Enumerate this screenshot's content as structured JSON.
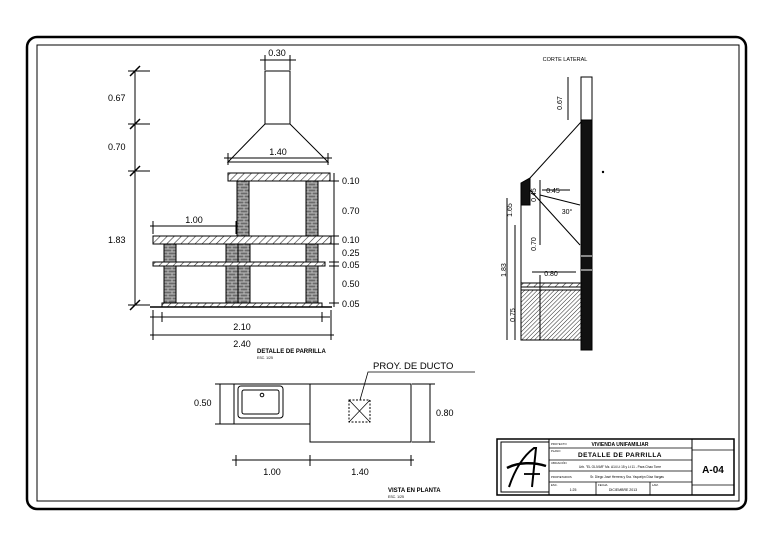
{
  "drawing": {
    "front_view": {
      "title": "DETALLE DE PARRILLA",
      "scale": "ESC. 1/25",
      "dims": {
        "top_width": "0.30",
        "hood_width": "1.40",
        "chimney_height": "0.67",
        "hood_height": "0.70",
        "body_height": "1.83",
        "slab_top": "0.10",
        "firebox_height": "0.70",
        "slab_mid": "0.10",
        "gap": "0.25",
        "shelf": "0.05",
        "lower_height": "0.50",
        "base": "0.05",
        "side_width": "1.00",
        "inner_width": "2.10",
        "total_width": "2.40"
      }
    },
    "side_view": {
      "title": "CORTE LATERAL",
      "dims": {
        "chimney": "0.67",
        "mid": "0.45",
        "offset": "0.45",
        "angle": "30°",
        "upper": "1.65",
        "middle": "0.70",
        "slab": "0.80",
        "overall": "1.83",
        "lower": "0.75"
      }
    },
    "plan_view": {
      "title": "VISTA EN PLANTA",
      "scale": "ESC. 1/25",
      "duct_label": "PROY. DE DUCTO",
      "dims": {
        "depth_left": "0.50",
        "depth_right": "0.80",
        "width_left": "1.00",
        "width_right": "1.40"
      }
    },
    "title_block": {
      "project_label": "PROYECTO",
      "project": "VIVIENDA UNIFAMILIAR",
      "plan_label": "PLANO",
      "plan": "DETALLE DE PARRILLA",
      "location_label": "UBICACIÓN",
      "location": "Urb. \"EL OLIVAR\" Mz. A14 Lt 15 y Lt 11 - Para Chao Torre",
      "owners_label": "PROPIETARIOS",
      "owners": "Sr. Diego José Herrera y Sra. Yaquelyn Díaz Vargas",
      "scale_label": "ESC.",
      "scale": "1:25",
      "date_label": "FECHA",
      "date": "DICIEMBRE 2013",
      "sheet_label": "LAM.",
      "sheet": "A-04"
    }
  }
}
